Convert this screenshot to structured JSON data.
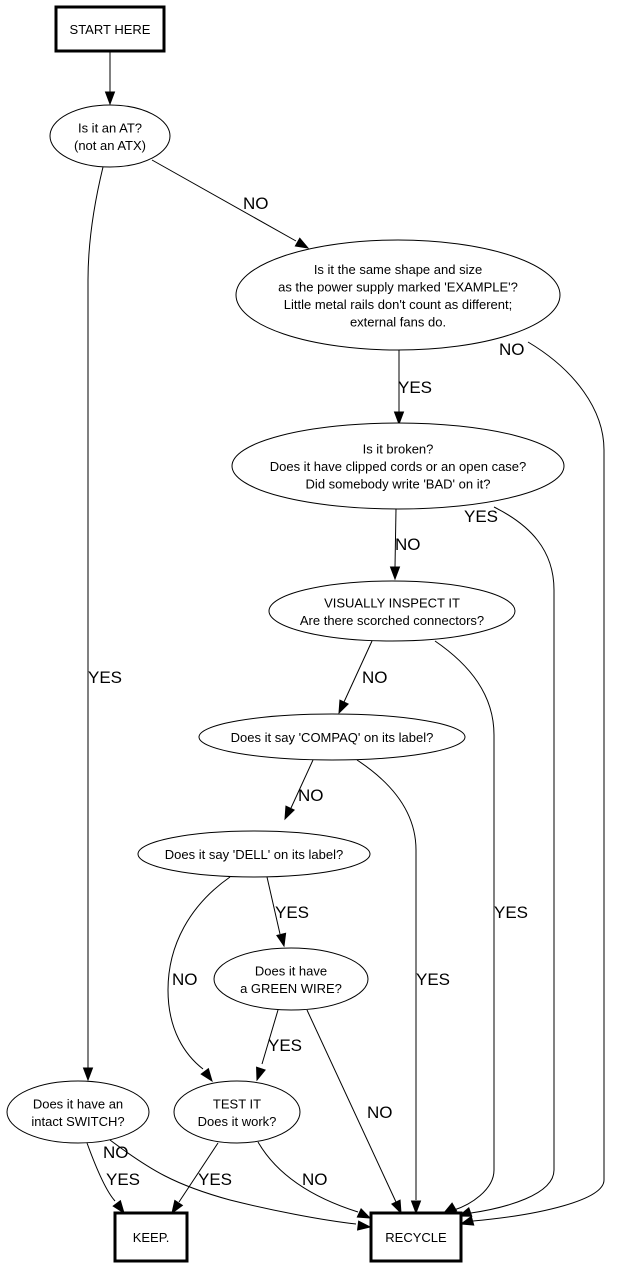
{
  "title": "Power supply sorting flowchart",
  "colors": {
    "stroke": "#000000",
    "fill": "#ffffff",
    "text": "#000000"
  },
  "nodes": [
    {
      "id": "start",
      "shape": "box",
      "lines": [
        "START HERE"
      ]
    },
    {
      "id": "is_at",
      "shape": "ellipse",
      "lines": [
        "Is it an AT?",
        "(not an ATX)"
      ]
    },
    {
      "id": "same_shape",
      "shape": "ellipse",
      "lines": [
        "Is it the same shape and size",
        "as the power supply marked 'EXAMPLE'?",
        "Little metal rails don't count as different;",
        "external fans do."
      ]
    },
    {
      "id": "broken",
      "shape": "ellipse",
      "lines": [
        "Is it broken?",
        "Does it have clipped cords or an open case?",
        "Did somebody write 'BAD' on it?"
      ]
    },
    {
      "id": "inspect",
      "shape": "ellipse",
      "lines": [
        "VISUALLY INSPECT IT",
        "Are there scorched connectors?"
      ]
    },
    {
      "id": "compaq",
      "shape": "ellipse",
      "lines": [
        "Does it say 'COMPAQ' on its label?"
      ]
    },
    {
      "id": "dell",
      "shape": "ellipse",
      "lines": [
        "Does it say 'DELL' on its label?"
      ]
    },
    {
      "id": "green_wire",
      "shape": "ellipse",
      "lines": [
        "Does it have",
        "a GREEN WIRE?"
      ]
    },
    {
      "id": "switch",
      "shape": "ellipse",
      "lines": [
        "Does it have an",
        "intact SWITCH?"
      ]
    },
    {
      "id": "test",
      "shape": "ellipse",
      "lines": [
        "TEST IT",
        "Does it work?"
      ]
    },
    {
      "id": "keep",
      "shape": "box",
      "lines": [
        "KEEP."
      ]
    },
    {
      "id": "recycle",
      "shape": "box",
      "lines": [
        "RECYCLE"
      ]
    }
  ],
  "edges": [
    {
      "from": "start",
      "to": "is_at",
      "label": ""
    },
    {
      "from": "is_at",
      "to": "same_shape",
      "label": "NO"
    },
    {
      "from": "is_at",
      "to": "switch",
      "label": "YES"
    },
    {
      "from": "same_shape",
      "to": "broken",
      "label": "YES"
    },
    {
      "from": "same_shape",
      "to": "recycle",
      "label": "NO"
    },
    {
      "from": "broken",
      "to": "inspect",
      "label": "NO"
    },
    {
      "from": "broken",
      "to": "recycle",
      "label": "YES"
    },
    {
      "from": "inspect",
      "to": "compaq",
      "label": "NO"
    },
    {
      "from": "inspect",
      "to": "recycle",
      "label": "YES"
    },
    {
      "from": "compaq",
      "to": "dell",
      "label": "NO"
    },
    {
      "from": "compaq",
      "to": "recycle",
      "label": "YES"
    },
    {
      "from": "dell",
      "to": "green_wire",
      "label": "YES"
    },
    {
      "from": "dell",
      "to": "test",
      "label": "NO"
    },
    {
      "from": "green_wire",
      "to": "test",
      "label": "YES"
    },
    {
      "from": "green_wire",
      "to": "recycle",
      "label": "NO"
    },
    {
      "from": "switch",
      "to": "keep",
      "label": "YES"
    },
    {
      "from": "switch",
      "to": "recycle",
      "label": "NO"
    },
    {
      "from": "test",
      "to": "keep",
      "label": "YES"
    },
    {
      "from": "test",
      "to": "recycle",
      "label": "NO"
    }
  ]
}
